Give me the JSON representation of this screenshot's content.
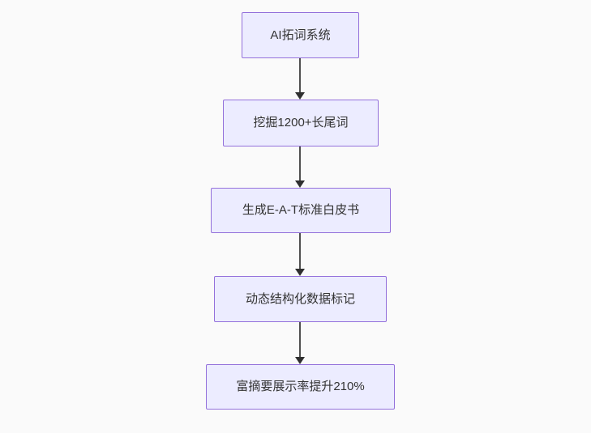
{
  "diagram": {
    "type": "flowchart-top-down",
    "nodes": [
      {
        "id": "step-1",
        "label": "AI拓词系统"
      },
      {
        "id": "step-2",
        "label": "挖掘1200+长尾词"
      },
      {
        "id": "step-3",
        "label": "生成E-A-T标准白皮书"
      },
      {
        "id": "step-4",
        "label": "动态结构化数据标记"
      },
      {
        "id": "step-5",
        "label": "富摘要展示率提升210%"
      }
    ],
    "edges": [
      {
        "from": "step-1",
        "to": "step-2"
      },
      {
        "from": "step-2",
        "to": "step-3"
      },
      {
        "from": "step-3",
        "to": "step-4"
      },
      {
        "from": "step-4",
        "to": "step-5"
      }
    ],
    "colors": {
      "background": "#fafafa",
      "node_fill": "#ececff",
      "node_border": "#9370db",
      "node_text": "#333333",
      "arrow_line": "#4f4f4f",
      "arrow_head": "#2f2f2f"
    }
  }
}
